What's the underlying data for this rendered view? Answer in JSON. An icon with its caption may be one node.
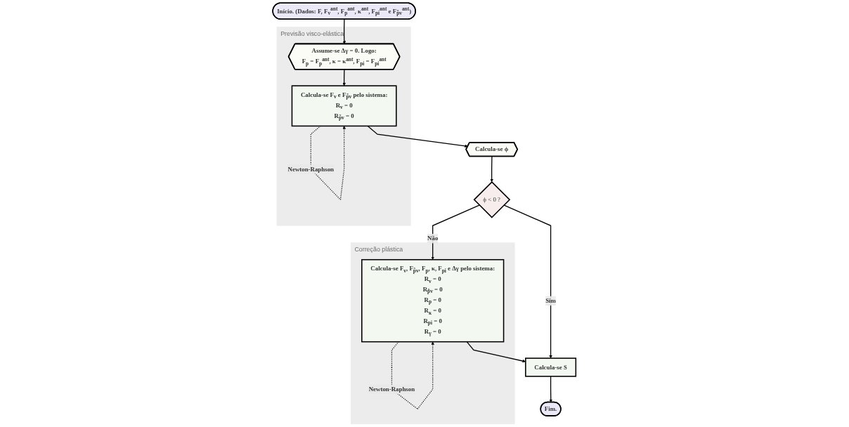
{
  "diagram": {
    "nodes": [
      {
        "text": [
          "Início. (Dados: F, F$_{v}$$^{ant}$, F$_{p}$$^{ant}$, κ$^{ant}$, F$_{pi}$$^{ant}$ e F$_{p̃v}$$^{ant}$)"
        ]
      },
      {
        "text": [
          "Previsão visco-elástica"
        ]
      },
      {
        "text": [
          "Assume-se Δγ = 0. Logo:",
          "F$_{p}$ = F$_{p}$$^{ant}$, κ = κ$^{ant}$, F$_{pi}$ = F$_{pi}$$^{ant}$"
        ],
        "in": 1
      },
      {
        "text": [
          "Calcula-se F$_{v}$ e F$_{p̃v}$ pelo sistema:",
          "R$_{v}$ = 0",
          "R$_{p̃v}$ = 0"
        ],
        "in": 1
      },
      {
        "text": [
          "Correção plástica"
        ]
      },
      {
        "text": [
          "Calcula-se F$_{v}$, F$_{p̃v}$, F$_{p}$, κ, F$_{pi}$ e Δγ pelo sistema:",
          "R$_{v}$ = 0",
          "R$_{p̃v}$ = 0",
          "R$_{p}$ = 0",
          "R$_{κ}$ = 0",
          "R$_{pi}$ = 0",
          "R$_{γ}$ = 0"
        ],
        "in": 4
      },
      {
        "text": [
          "Calcula-se ϕ"
        ]
      },
      {
        "text": [
          "ϕ < 0 ?"
        ]
      },
      {
        "text": [
          "Calcula-se S"
        ]
      },
      {
        "text": [
          "Fim."
        ]
      }
    ],
    "edges": [
      {
        "from": 0,
        "to": 2,
        "arrow": "to"
      },
      {
        "from": 2,
        "to": 3,
        "arrow": "to"
      },
      {
        "from": 3,
        "to": 3,
        "arrow": "to",
        "label": "Newton-Raphson",
        "style": "dashed"
      },
      {
        "from": 3,
        "to": 6,
        "arrow": "to"
      },
      {
        "from": 6,
        "to": 7,
        "arrow": "to"
      },
      {
        "from": 7,
        "to": 5,
        "arrow": "to",
        "label": "Não"
      },
      {
        "from": 5,
        "to": 5,
        "arrow": "to",
        "label": "Newton-Raphson",
        "style": "dashed"
      },
      {
        "from": 7,
        "to": 8,
        "arrow": "to",
        "label": "Sim"
      },
      {
        "from": 5,
        "to": 8,
        "arrow": "to"
      },
      {
        "from": 8,
        "to": 9,
        "arrow": "to"
      }
    ]
  }
}
